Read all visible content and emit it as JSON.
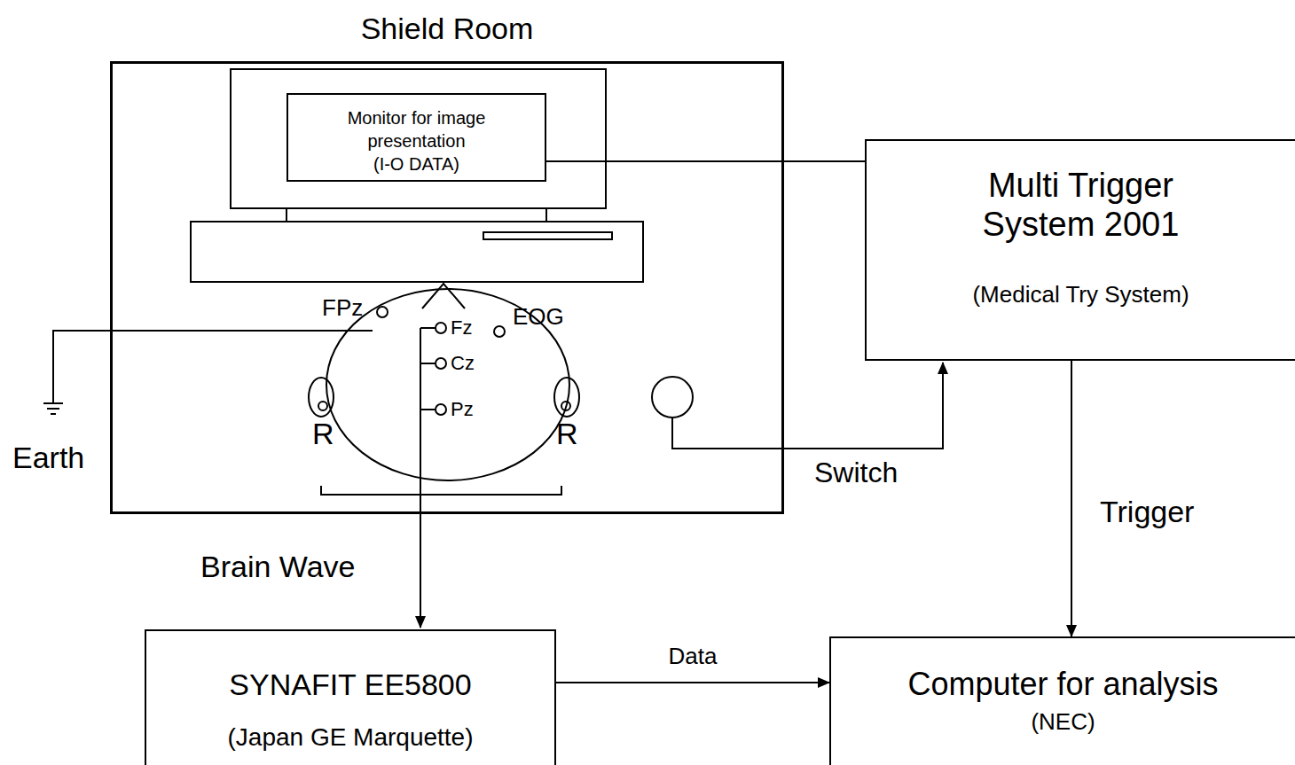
{
  "diagram": {
    "nodes": [
      {
        "text": [
          "Shield Room"
        ]
      },
      {
        "text": [
          "Monitor for image presentation",
          "(I-O DATA)"
        ],
        "in": 0
      },
      {
        "text": [
          "Multi Trigger System 2001",
          "(Medical Try System)"
        ]
      },
      {
        "text": [
          "SYNAFIT EE5800",
          "(Japan GE Marquette)"
        ]
      },
      {
        "text": [
          "Computer for analysis",
          "(NEC)"
        ]
      }
    ],
    "edges": [
      {
        "from": 1,
        "to": 2,
        "arrow": "none"
      },
      {
        "from": 2,
        "to": 4,
        "label": "Trigger",
        "arrow": "to"
      },
      {
        "from": 3,
        "to": 4,
        "label": "Data",
        "arrow": "to"
      }
    ],
    "labels": [
      "FPz",
      "Fz",
      "Cz",
      "Pz",
      "EOG",
      "R",
      "R",
      "Earth",
      "Brain Wave",
      "Switch"
    ]
  }
}
